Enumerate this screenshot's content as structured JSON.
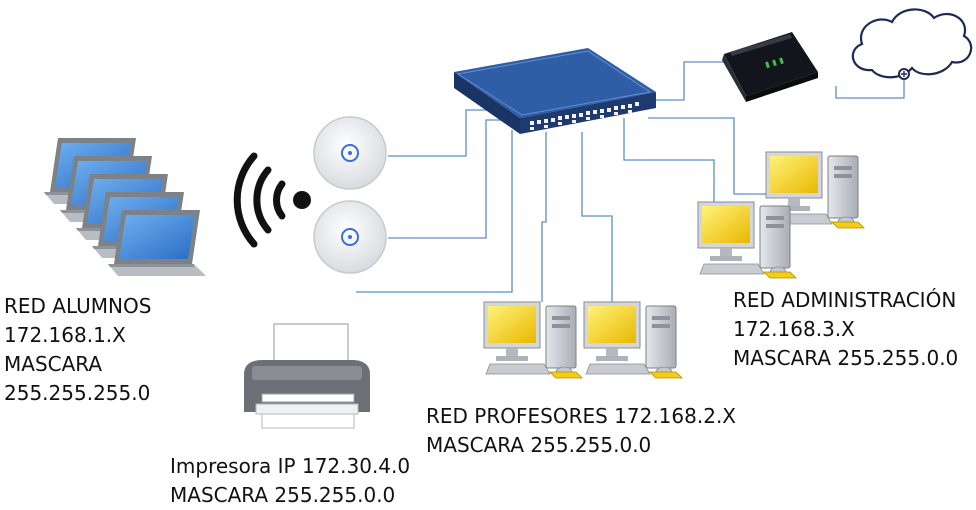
{
  "colors": {
    "cable": "#5b8fc7",
    "switch_body": "#1f3a6e",
    "switch_top": "#2f5ea6",
    "screen_blue": "#3f86d9",
    "screen_yellow": "#f4d01c",
    "pc_gray": "#c9ccd1",
    "router_dark": "#1b1e26"
  },
  "networks": {
    "alumnos": {
      "line1": "RED ALUMNOS",
      "line2": "172.168.1.X",
      "line3": "MASCARA",
      "line4": "255.255.255.0"
    },
    "profesores": {
      "line1": "RED PROFESORES 172.168.2.X",
      "line2": "MASCARA 255.255.0.0"
    },
    "administracion": {
      "line1": "RED ADMINISTRACIÓN",
      "line2": "172.168.3.X",
      "line3": "MASCARA 255.255.0.0"
    },
    "impresora": {
      "line1": "Impresora IP 172.30.4.0",
      "line2": "MASCARA 255.255.0.0"
    }
  },
  "icons": [
    "laptop-icon",
    "wifi-icon",
    "access-point-icon",
    "switch-icon",
    "router-icon",
    "cloud-icon",
    "desktop-pc-icon",
    "printer-icon"
  ]
}
